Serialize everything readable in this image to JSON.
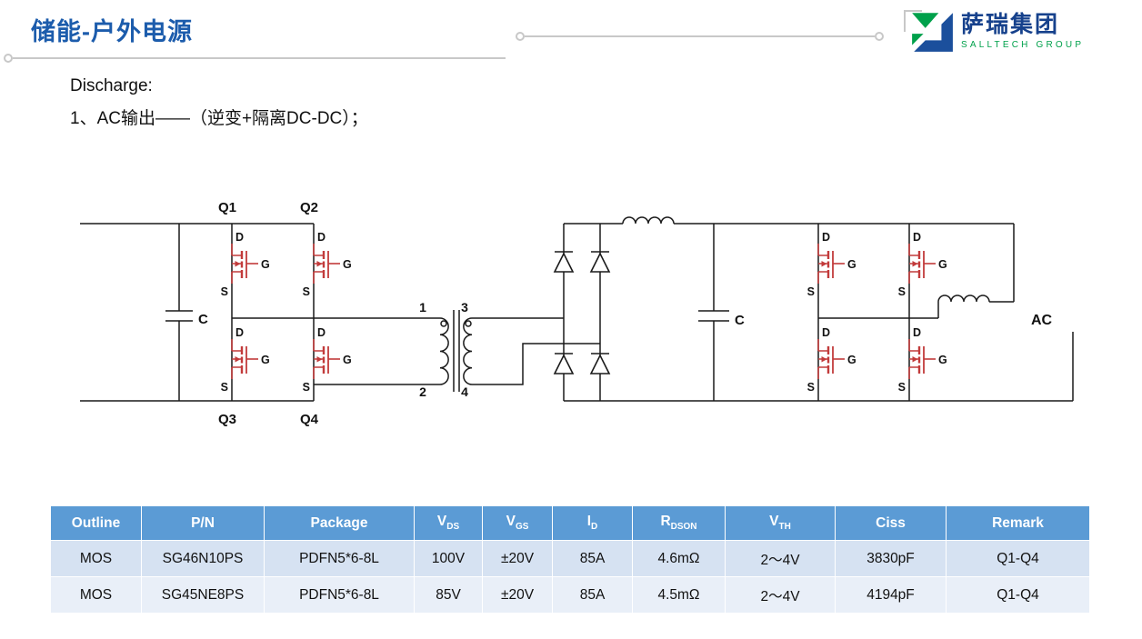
{
  "header": {
    "title": "储能-户外电源",
    "logo_cn": "萨瑞集团",
    "logo_en": "SALLTECH GROUP"
  },
  "intro": {
    "line1": "Discharge:",
    "line2": "1、AC输出——（逆变+隔离DC-DC）；"
  },
  "circuit": {
    "q1": "Q1",
    "q2": "Q2",
    "q3": "Q3",
    "q4": "Q4",
    "cap1": "C",
    "cap2": "C",
    "pin1": "1",
    "pin2": "2",
    "pin3": "3",
    "pin4": "4",
    "ac": "AC",
    "d": "D",
    "g": "G",
    "s": "S"
  },
  "colors": {
    "accent_blue": "#1C5CAC",
    "logo_blue": "#16418C",
    "logo_green": "#00A14B",
    "table_header": "#5B9BD5",
    "mosfet_red": "#C23B3B"
  },
  "table": {
    "headers": [
      {
        "text": "Outline"
      },
      {
        "text": "P/N"
      },
      {
        "text": "Package"
      },
      {
        "text": "V",
        "sub": "DS"
      },
      {
        "text": "V",
        "sub": "GS"
      },
      {
        "text": "I",
        "sub": "D"
      },
      {
        "text": "R",
        "sub": "DSON"
      },
      {
        "text": "V",
        "sub": "TH"
      },
      {
        "text": "Ciss"
      },
      {
        "text": "Remark"
      }
    ],
    "rows": [
      [
        "MOS",
        "SG46N10PS",
        "PDFN5*6-8L",
        "100V",
        "±20V",
        "85A",
        "4.6mΩ",
        "2～4V",
        "3830pF",
        "Q1-Q4"
      ],
      [
        "MOS",
        "SG45NE8PS",
        "PDFN5*6-8L",
        "85V",
        "±20V",
        "85A",
        "4.5mΩ",
        "2～4V",
        "4194pF",
        "Q1-Q4"
      ]
    ]
  }
}
